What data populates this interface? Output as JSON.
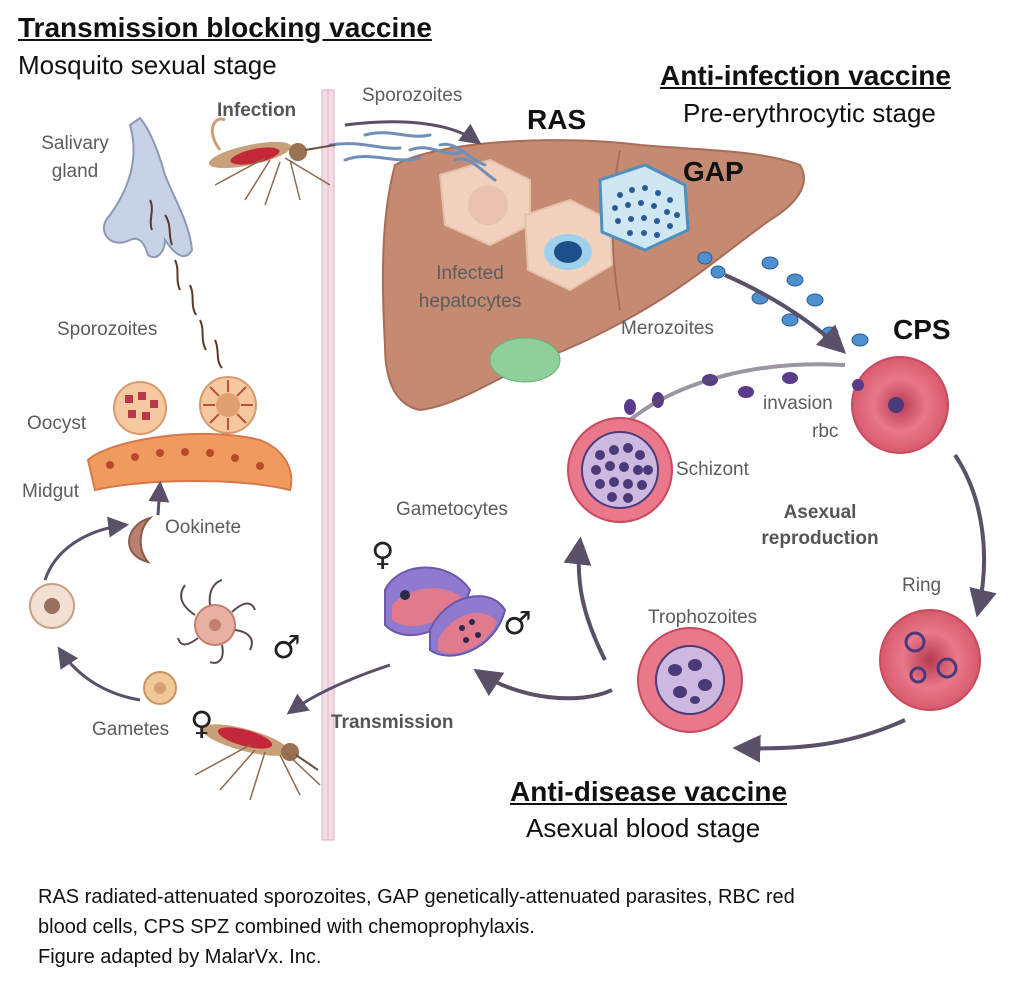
{
  "headings": {
    "transmission_blocking": "Transmission blocking vaccine",
    "mosquito_stage": "Mosquito sexual stage",
    "anti_infection": "Anti-infection vaccine",
    "pre_erythrocytic": "Pre-erythrocytic stage",
    "anti_disease": "Anti-disease vaccine",
    "asexual_blood": "Asexual blood stage"
  },
  "badges": {
    "ras": "RAS",
    "gap": "GAP",
    "cps": "CPS"
  },
  "labels": {
    "infection": "Infection",
    "sporozoites_top": "Sporozoites",
    "salivary_gland_1": "Salivary",
    "salivary_gland_2": "gland",
    "sporozoites_left": "Sporozoites",
    "oocyst": "Oocyst",
    "midgut": "Midgut",
    "ookinete": "Ookinete",
    "gametes": "Gametes",
    "infected_hepatocytes_1": "Infected",
    "infected_hepatocytes_2": "hepatocytes",
    "merozoites": "Merozoites",
    "invasion": "invasion",
    "rbc": "rbc",
    "schizont": "Schizont",
    "asexual_reproduction_1": "Asexual",
    "asexual_reproduction_2": "reproduction",
    "ring": "Ring",
    "trophozoites": "Trophozoites",
    "gametocytes": "Gametocytes",
    "transmission": "Transmission"
  },
  "symbols": {
    "female_gametocyte": "♀",
    "male_gametocyte": "♂",
    "male_gamete": "♂",
    "female_gamete": "♀"
  },
  "caption": {
    "line1": "RAS radiated-attenuated sporozoites, GAP genetically-attenuated parasites, RBC red",
    "line2": "blood cells, CPS SPZ combined with chemoprophylaxis.",
    "line3": "Figure adapted by MalarVx. Inc."
  },
  "colors": {
    "liver": "#c48a72",
    "rbc": "#e06a78",
    "parasite": "#4a3a7a",
    "arrow": "#5a5068",
    "divider": "#e8c8d8"
  }
}
